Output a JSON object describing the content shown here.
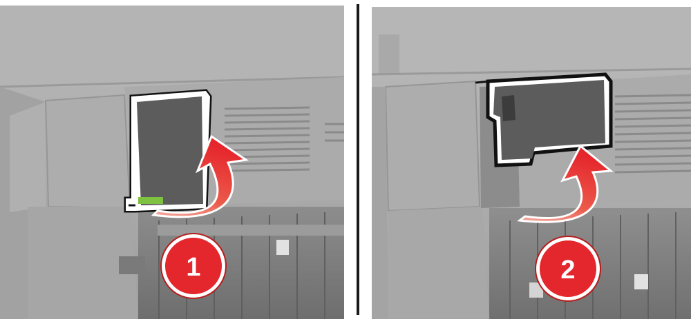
{
  "steps": [
    {
      "number": "1",
      "action": "lift-open-cover"
    },
    {
      "number": "2",
      "action": "lift-remove-part"
    }
  ],
  "colors": {
    "arrow_red": "#e5262c",
    "badge_red": "#e3272d",
    "badge_ring": "#ffffff",
    "part_fill": "#5c5c5c",
    "highlight_outline": "#ffffff",
    "latch_green": "#7fc242",
    "divider": "#1a1a1a",
    "housing_gray": "#a7a7a7"
  },
  "icons": [
    "curved-up-arrow-icon",
    "step-badge-icon",
    "vent-grille-icon"
  ]
}
